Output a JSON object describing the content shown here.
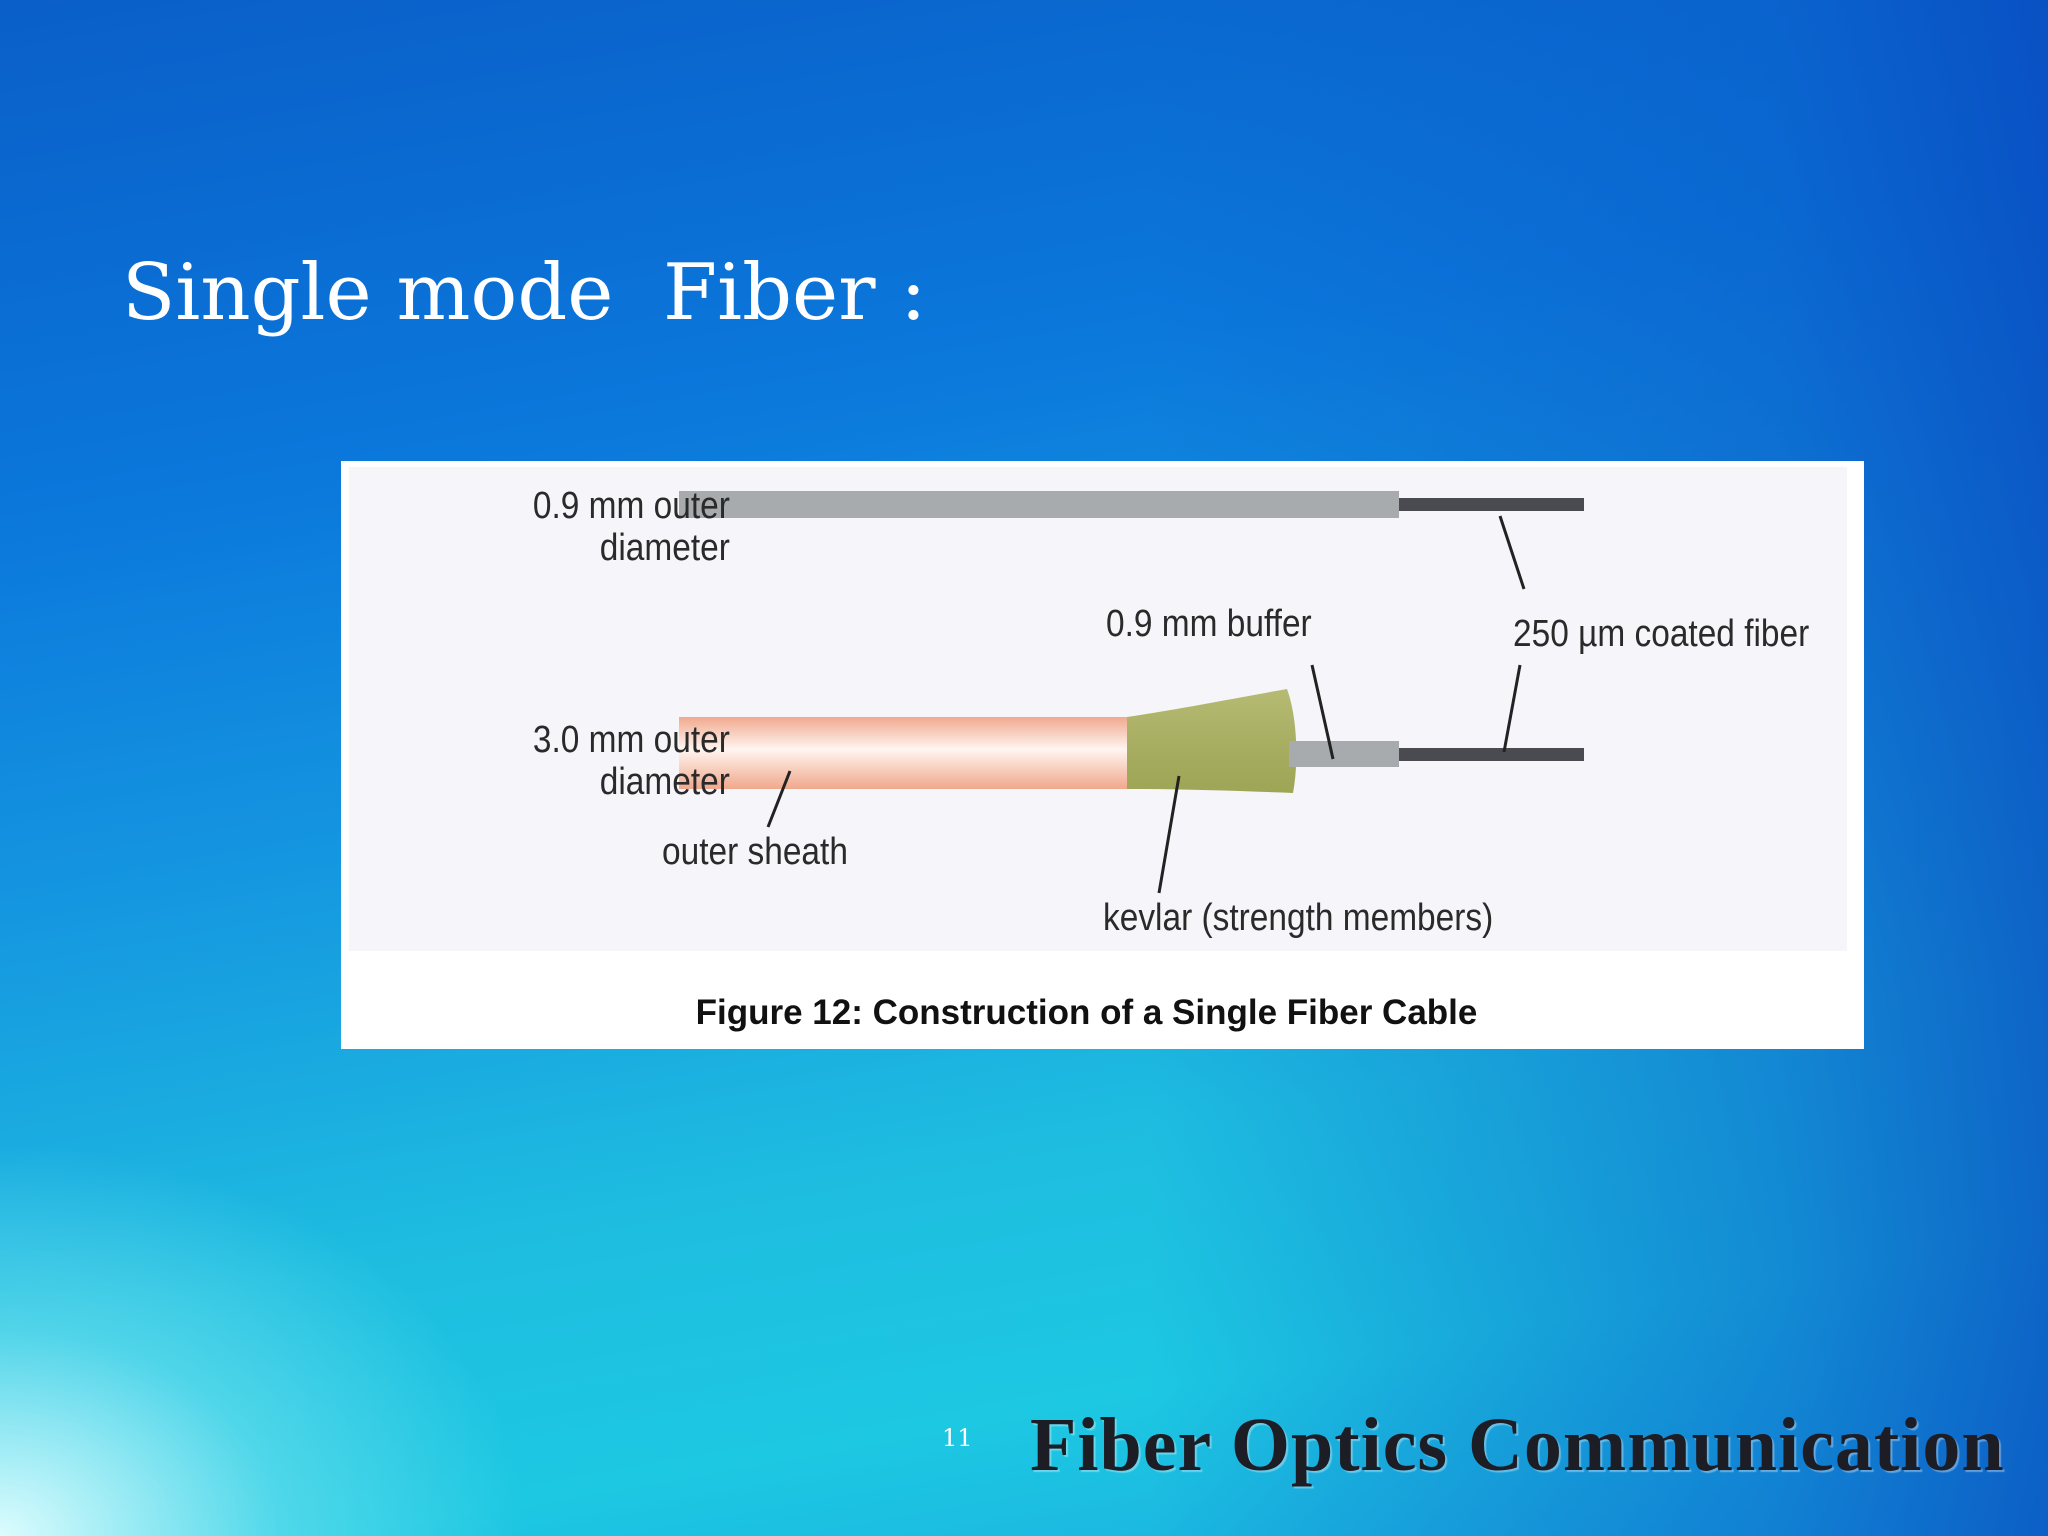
{
  "slide": {
    "title": "Single mode  Fiber :",
    "page_number": "11",
    "footer": "Fiber Optics Communication"
  },
  "figure": {
    "caption": "Figure 12: Construction of a Single Fiber Cable",
    "labels": {
      "top_diameter_line1": "0.9 mm outer",
      "top_diameter_line2": "diameter",
      "bottom_diameter_line1": "3.0 mm outer",
      "bottom_diameter_line2": "diameter",
      "buffer": "0.9 mm buffer",
      "coated_fiber": "250 µm coated fiber",
      "outer_sheath": "outer sheath",
      "kevlar": "kevlar (strength members)"
    },
    "colors": {
      "buffer": "#a8abae",
      "coated_fiber": "#4a4b50",
      "outer_sheath": "#f2b49a",
      "kevlar": "#a7ad63"
    }
  }
}
